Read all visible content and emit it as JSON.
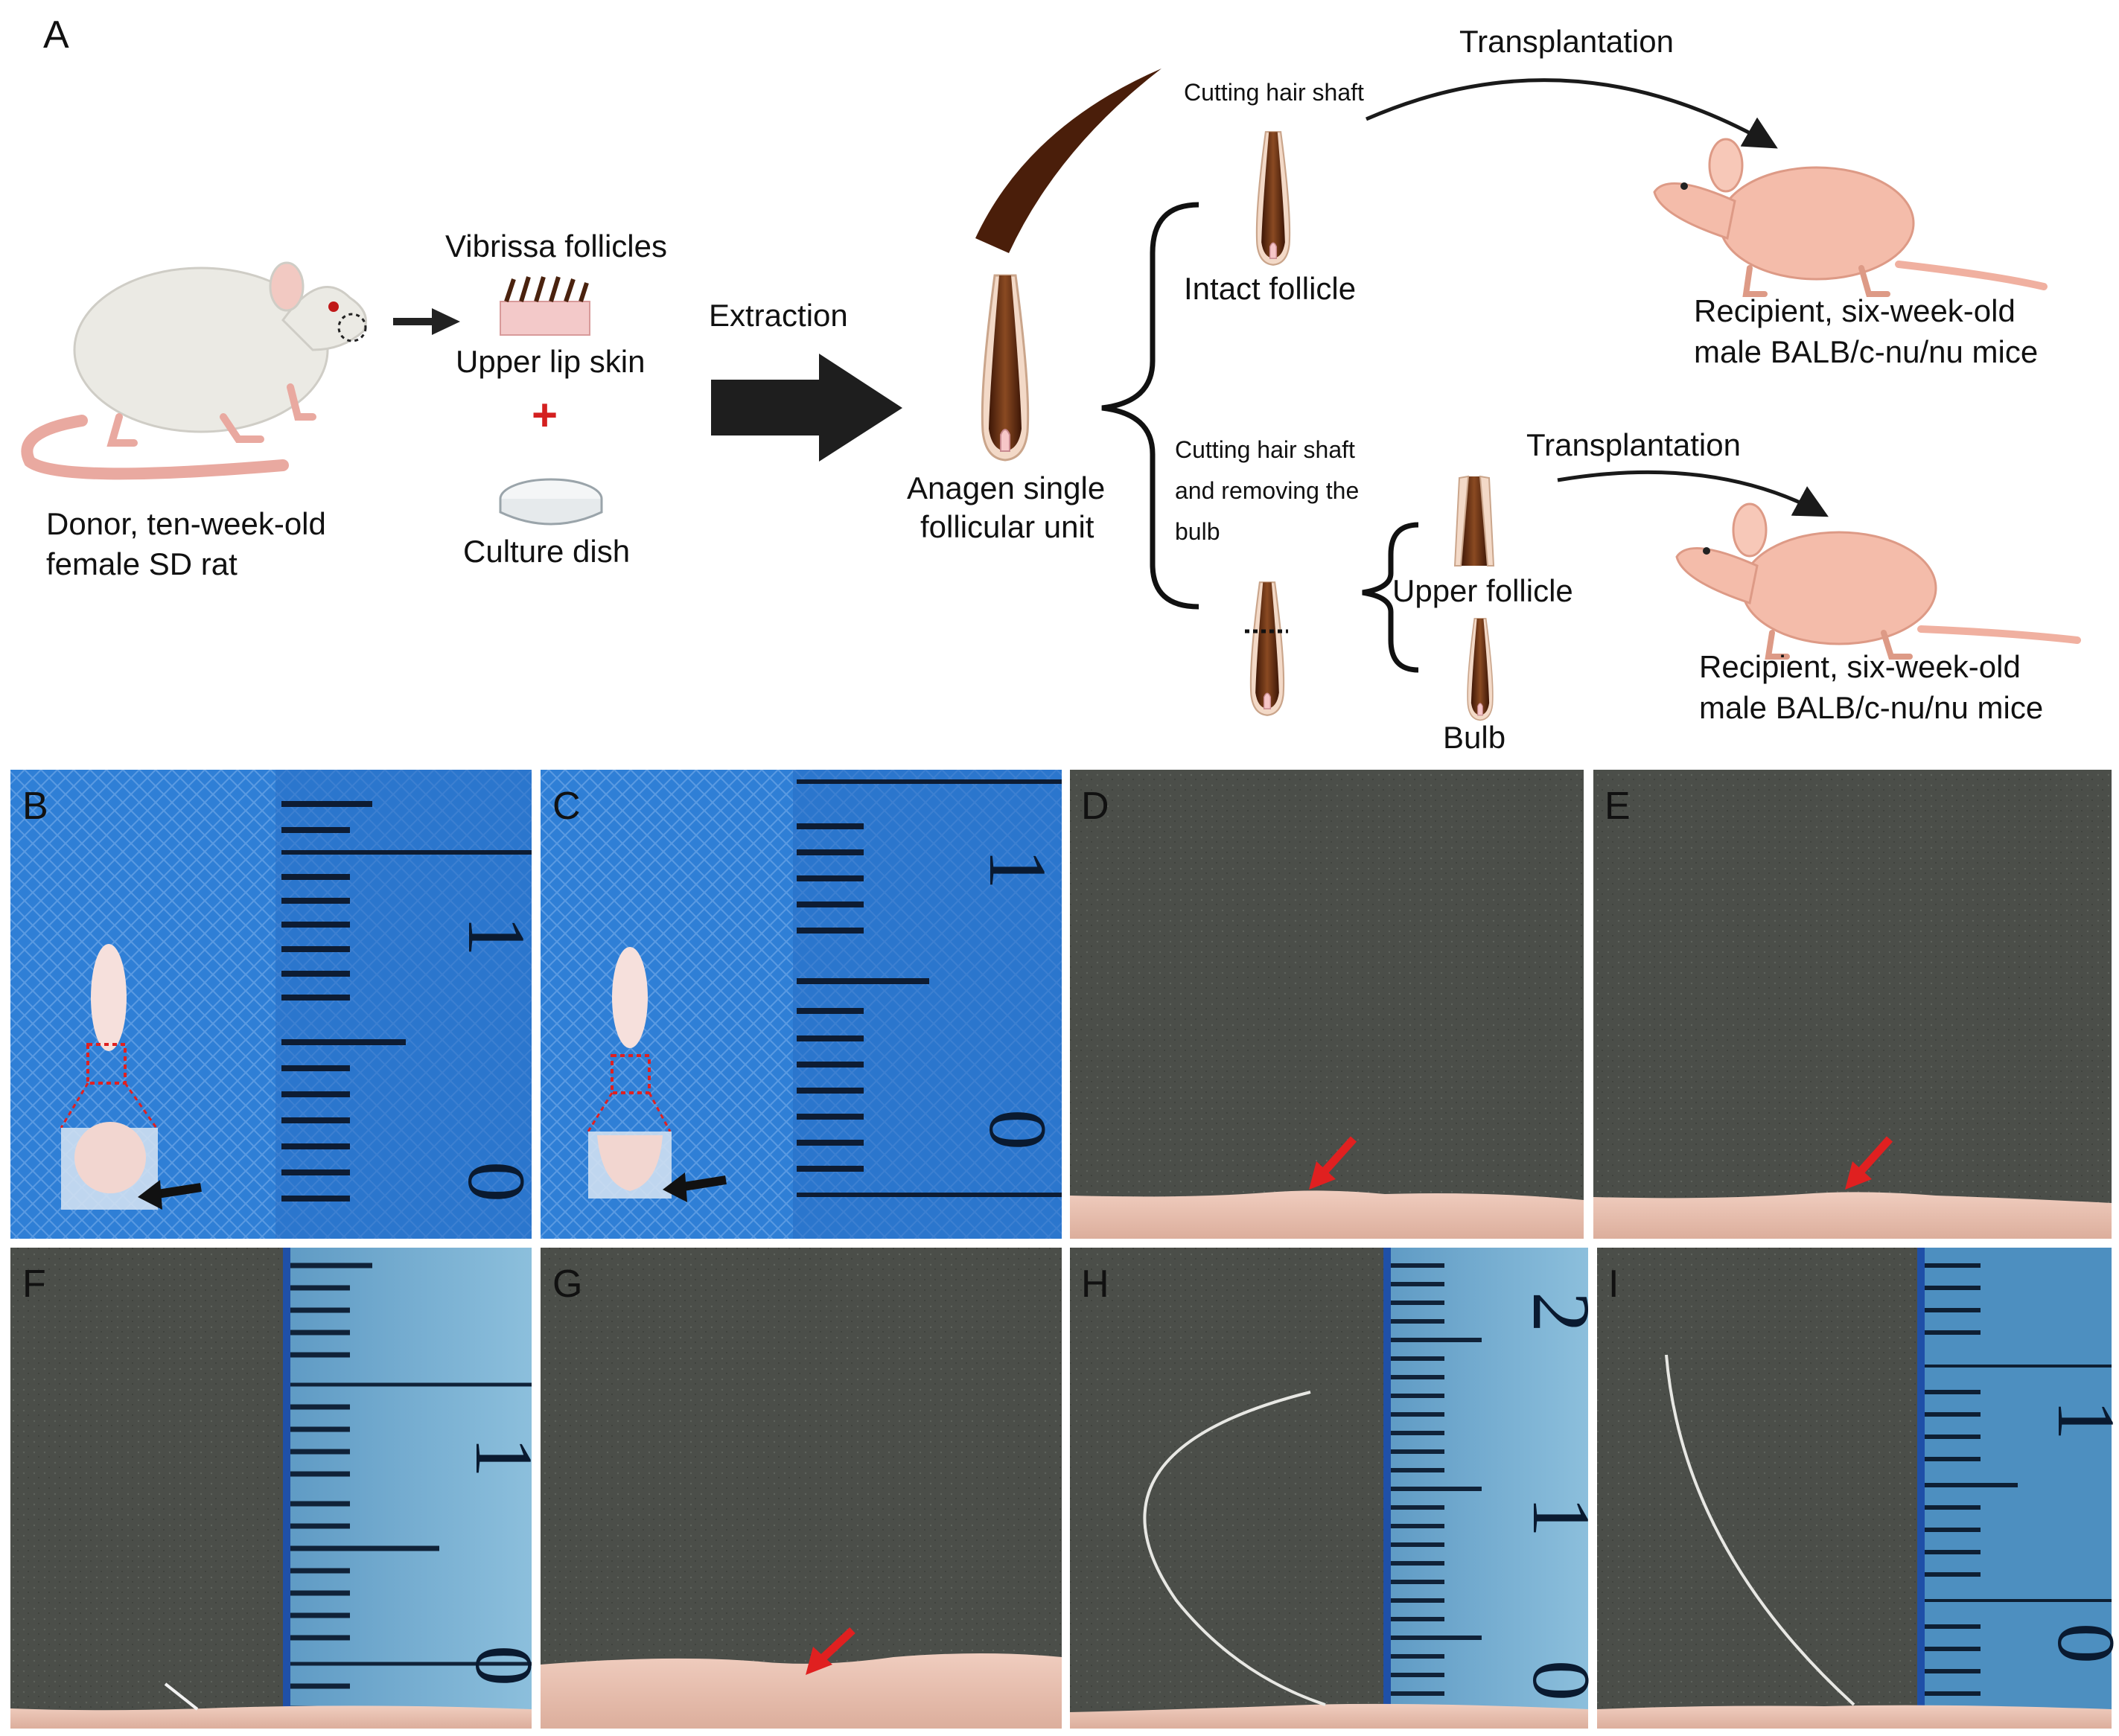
{
  "panel_A": {
    "letter": "A",
    "donor_line1": "Donor, ten-week-old",
    "donor_line2": "female SD rat",
    "vibrissa_label": "Vibrissa follicles",
    "upper_lip_label": "Upper lip skin",
    "plus_sign": "+",
    "culture_dish_label": "Culture dish",
    "extraction_label": "Extraction",
    "anagen_line1": "Anagen single",
    "anagen_line2": "follicular unit",
    "cutting_shaft_label": "Cutting hair shaft",
    "intact_follicle_label": "Intact follicle",
    "cutting_bulb_line1": "Cutting hair shaft",
    "cutting_bulb_line2": "and removing the",
    "cutting_bulb_line3": "bulb",
    "upper_follicle_label": "Upper follicle",
    "bulb_label": "Bulb",
    "transplantation_label_1": "Transplantation",
    "transplantation_label_2": "Transplantation",
    "recipient1_line1": "Recipient, six-week-old",
    "recipient1_line2": "male BALB/c-nu/nu mice",
    "recipient2_line1": "Recipient, six-week-old",
    "recipient2_line2": "male BALB/c-nu/nu mice"
  },
  "photo_panels": {
    "B": {
      "letter": "B",
      "ruler_nums": [
        "1",
        "0"
      ]
    },
    "C": {
      "letter": "C",
      "ruler_nums": [
        "1",
        "0"
      ]
    },
    "D": {
      "letter": "D"
    },
    "E": {
      "letter": "E"
    },
    "F": {
      "letter": "F",
      "ruler_nums": [
        "1",
        "0"
      ]
    },
    "G": {
      "letter": "G"
    },
    "H": {
      "letter": "H",
      "ruler_nums": [
        "2",
        "1",
        "0"
      ]
    },
    "I": {
      "letter": "I",
      "ruler_nums": [
        "1",
        "0"
      ]
    }
  },
  "colors": {
    "blue_cloth": "#2f7fd6",
    "dark_skin": "#4a4d48",
    "pink_skin": "#e8c7b8",
    "ruler_blue": "#7fb3d0",
    "arrow_red": "#e02020",
    "arrow_black": "#111111",
    "follicle_brown": "#6b2e12",
    "mouse_pink": "#f2b8a8",
    "rat_white": "#ecebe6"
  }
}
